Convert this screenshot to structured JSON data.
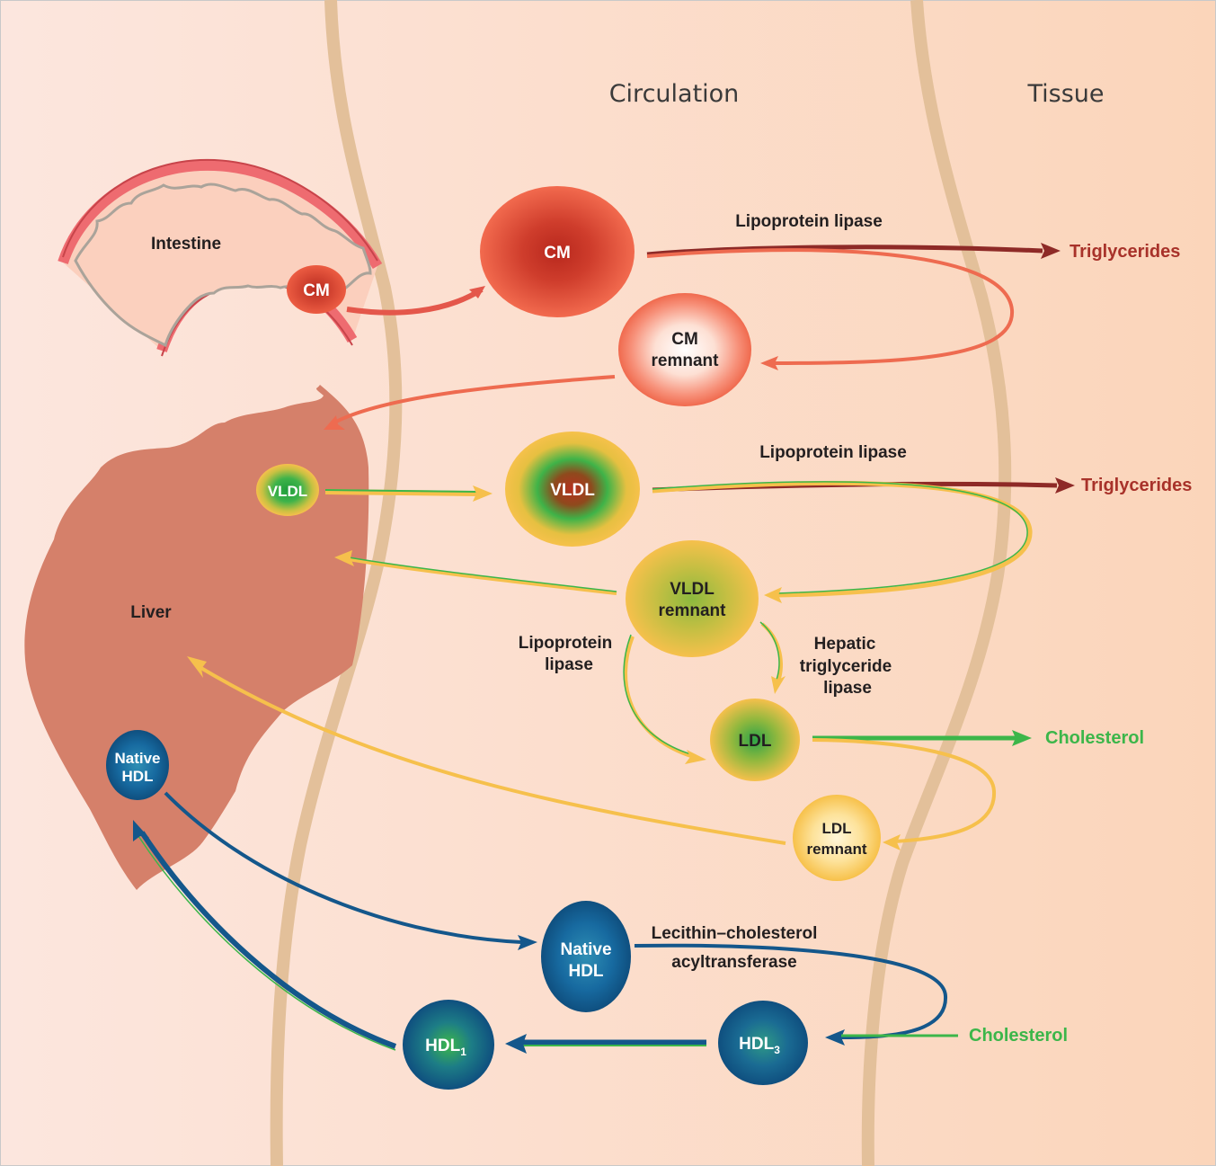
{
  "headers": {
    "circulation": "Circulation",
    "tissue": "Tissue"
  },
  "organs": {
    "intestine": "Intestine",
    "liver": "Liver"
  },
  "particles": {
    "cm_intestine": "CM",
    "cm": "CM",
    "cm_remnant_line1": "CM",
    "cm_remnant_line2": "remnant",
    "vldl_liver": "VLDL",
    "vldl": "VLDL",
    "vldl_remnant_line1": "VLDL",
    "vldl_remnant_line2": "remnant",
    "ldl": "LDL",
    "ldl_remnant_line1": "LDL",
    "ldl_remnant_line2": "remnant",
    "native_hdl_liver_line1": "Native",
    "native_hdl_liver_line2": "HDL",
    "native_hdl_line1": "Native",
    "native_hdl_line2": "HDL",
    "hdl3": "HDL",
    "hdl3_sub": "3",
    "hdl1": "HDL",
    "hdl1_sub": "1"
  },
  "enzymes": {
    "lpl_cm": "Lipoprotein lipase",
    "lpl_vldl": "Lipoprotein lipase",
    "lpl_remnant_line1": "Lipoprotein",
    "lpl_remnant_line2": "lipase",
    "htgl_line1": "Hepatic",
    "htgl_line2": "triglyceride",
    "htgl_line3": "lipase",
    "lcat_line1": "Lecithin–cholesterol",
    "lcat_line2": "acyltransferase"
  },
  "products": {
    "triglycerides_1": "Triglycerides",
    "triglycerides_2": "Triglycerides",
    "cholesterol_ldl": "Cholesterol",
    "cholesterol_hdl": "Cholesterol"
  },
  "colors": {
    "background_left": "#fbe3da",
    "background_right": "#fbd4b8",
    "membrane": "#e3c09a",
    "liver": "#d5806a",
    "cm_arrow": "#e86a4f",
    "triglyceride": "#8e2a27",
    "vldl_yellow": "#f6c04c",
    "vldl_green": "#3cb64a",
    "hdl_blue": "#14578b",
    "cholesterol_green": "#3cb64a"
  }
}
